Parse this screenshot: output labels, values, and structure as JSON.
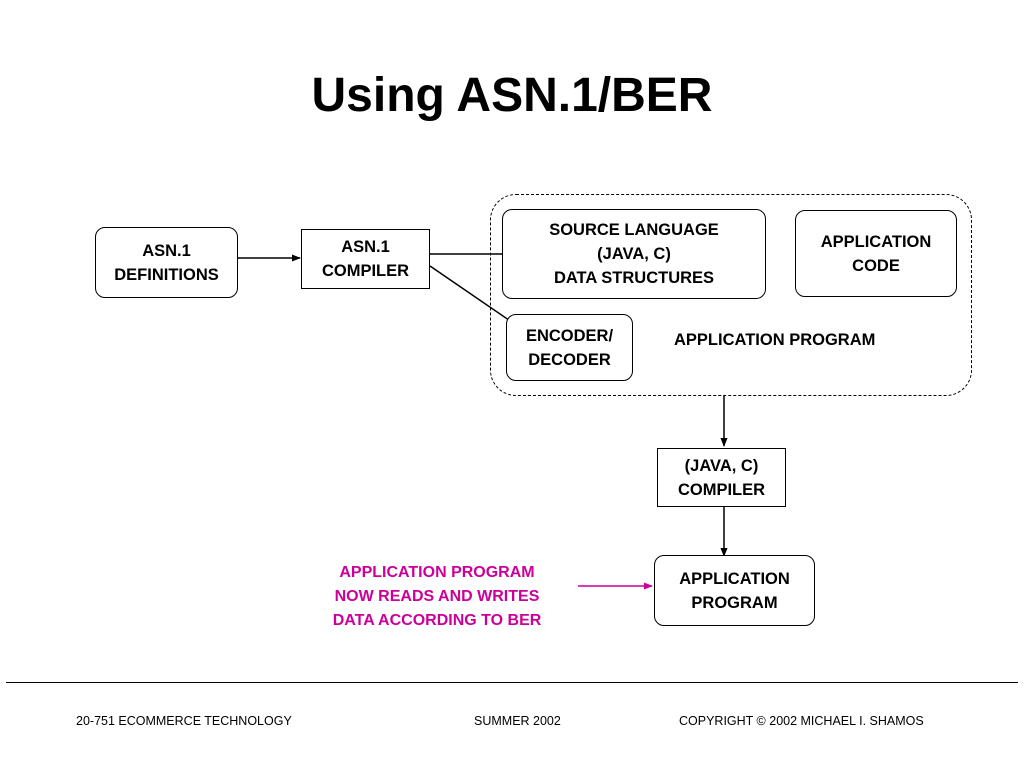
{
  "slide": {
    "title": "Using ASN.1/BER"
  },
  "diagram": {
    "asn1_definitions": "ASN.1\nDEFINITIONS",
    "asn1_compiler": "ASN.1\nCOMPILER",
    "source_language": "SOURCE LANGUAGE\n(JAVA, C)\nDATA STRUCTURES",
    "application_code": "APPLICATION\nCODE",
    "encoder_decoder": "ENCODER/\nDECODER",
    "application_program_group": "APPLICATION PROGRAM",
    "java_c_compiler": "(JAVA, C)\nCOMPILER",
    "application_program": "APPLICATION\nPROGRAM",
    "note": "APPLICATION PROGRAM\nNOW READS AND WRITES\nDATA ACCORDING TO BER"
  },
  "colors": {
    "note": "#cc0099",
    "ink": "#000000"
  },
  "footer": {
    "course": "20-751 ECOMMERCE TECHNOLOGY",
    "term": "SUMMER 2002",
    "copyright": "COPYRIGHT © 2002 MICHAEL I. SHAMOS"
  }
}
